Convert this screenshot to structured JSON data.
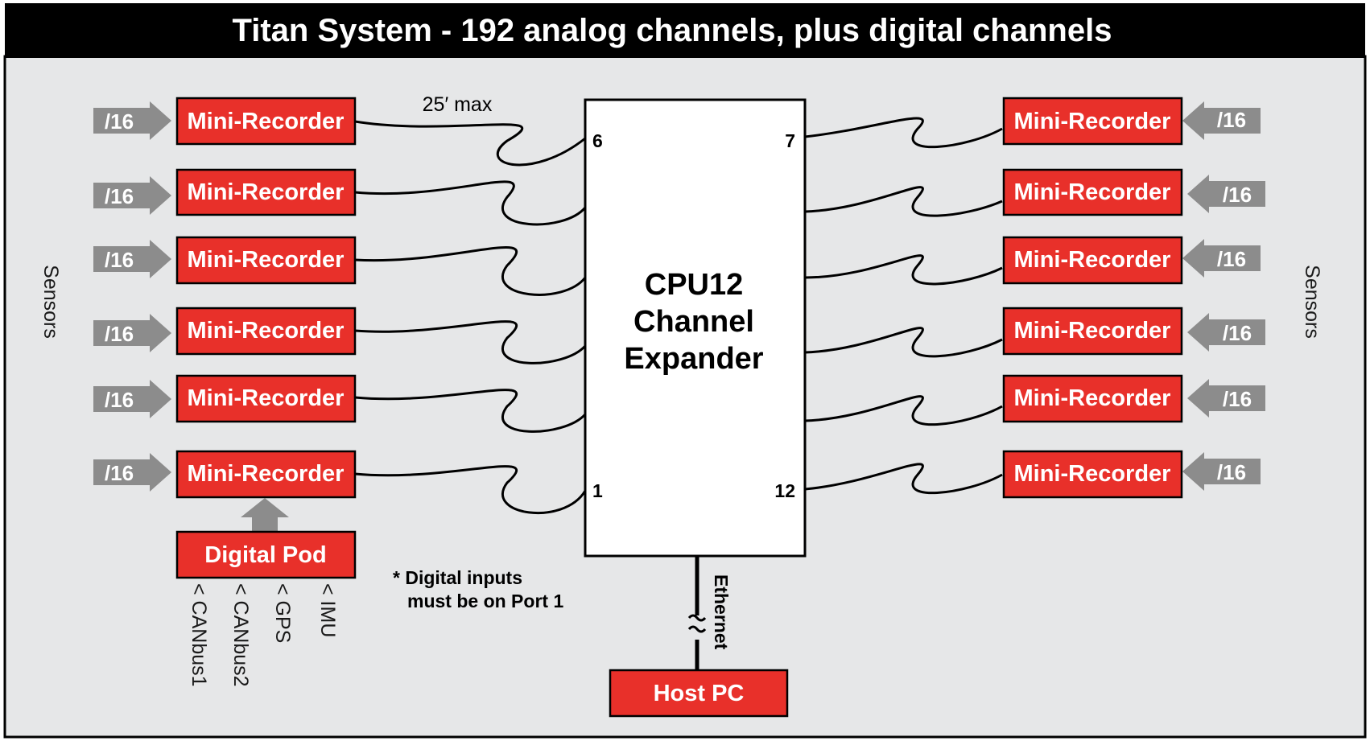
{
  "title": "Titan System - 192 analog channels, plus digital channels",
  "cable_label": "25′ max",
  "sensors_label": "Sensors",
  "channel_label": "/16",
  "recorder_label": "Mini-Recorder",
  "cpu": {
    "line1": "CPU12",
    "line2": "Channel",
    "line3": "Expander",
    "ports": {
      "top_left": "6",
      "top_right": "7",
      "bottom_left": "1",
      "bottom_right": "12"
    }
  },
  "digital_pod": {
    "label": "Digital Pod",
    "inputs": [
      "< CANbus1",
      "< CANbus2",
      "< GPS",
      "< IMU"
    ]
  },
  "note": {
    "line1": "* Digital inputs",
    "line2": "must be on Port 1"
  },
  "ethernet_label": "Ethernet",
  "host_label": "Host PC",
  "colors": {
    "title_bar": "#000000",
    "background": "#e6e7e8",
    "recorder": "#e8302a",
    "arrow": "#8c8c8c",
    "box": "#ffffff"
  }
}
